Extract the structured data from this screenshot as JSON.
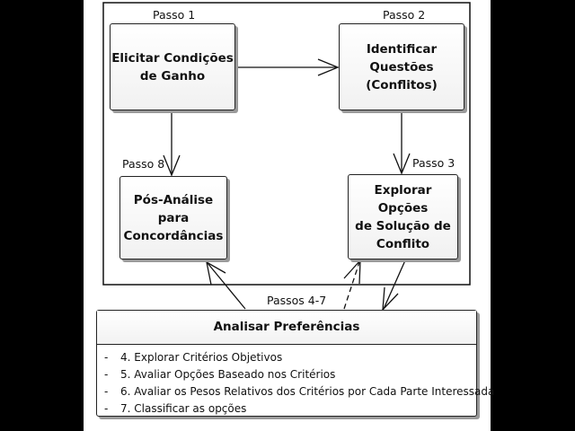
{
  "steps": {
    "passo1": "Passo 1",
    "passo2": "Passo 2",
    "passo3": "Passo 3",
    "passo8": "Passo 8",
    "passos47": "Passos 4-7"
  },
  "boxes": {
    "elicitar": "Elicitar Condições\nde Ganho",
    "identificar": "Identificar Questões\n(Conflitos)",
    "explorar": "Explorar Opções\nde Solução de\nConflito",
    "pos_analise": "Pós-Análise para\nConcordâncias"
  },
  "preferences": {
    "title": "Analisar Preferências",
    "bullet": "-",
    "items": [
      "4. Explorar Critérios Objetivos",
      "5. Avaliar Opções Baseado nos Critérios",
      "6. Avaliar os Pesos Relativos dos Critérios por Cada Parte Interessada",
      "7. Classificar as opções"
    ]
  }
}
